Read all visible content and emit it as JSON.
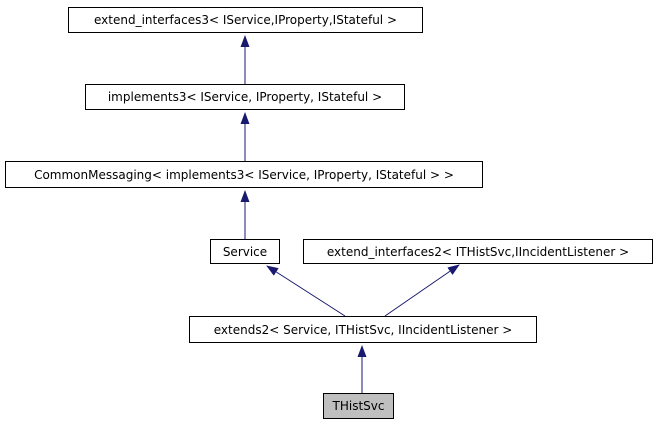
{
  "diagram": {
    "kind": "class-inheritance-graph",
    "current_class": "THistSvc",
    "colors": {
      "background": "#ffffff",
      "node_border": "#000000",
      "node_fill": "#ffffff",
      "current_node_fill": "#bfbfbf",
      "edge": "#191970",
      "text": "#000000"
    },
    "nodes": [
      {
        "label": "extend_interfaces3< IService,IProperty,IStateful >",
        "highlighted": false
      },
      {
        "label": "implements3< IService, IProperty, IStateful >",
        "highlighted": false
      },
      {
        "label": "CommonMessaging< implements3< IService, IProperty, IStateful > >",
        "highlighted": false
      },
      {
        "label": "Service",
        "highlighted": false
      },
      {
        "label": "extend_interfaces2< ITHistSvc,IIncidentListener >",
        "highlighted": false
      },
      {
        "label": "extends2< Service, ITHistSvc, IIncidentListener >",
        "highlighted": false
      },
      {
        "label": "THistSvc",
        "highlighted": true
      }
    ],
    "edges": [
      {
        "from": "implements3< IService, IProperty, IStateful >",
        "to": "extend_interfaces3< IService,IProperty,IStateful >"
      },
      {
        "from": "CommonMessaging< implements3< IService, IProperty, IStateful > >",
        "to": "implements3< IService, IProperty, IStateful >"
      },
      {
        "from": "Service",
        "to": "CommonMessaging< implements3< IService, IProperty, IStateful > >"
      },
      {
        "from": "extends2< Service, ITHistSvc, IIncidentListener >",
        "to": "Service"
      },
      {
        "from": "extends2< Service, ITHistSvc, IIncidentListener >",
        "to": "extend_interfaces2< ITHistSvc,IIncidentListener >"
      },
      {
        "from": "THistSvc",
        "to": "extends2< Service, ITHistSvc, IIncidentListener >"
      }
    ]
  }
}
